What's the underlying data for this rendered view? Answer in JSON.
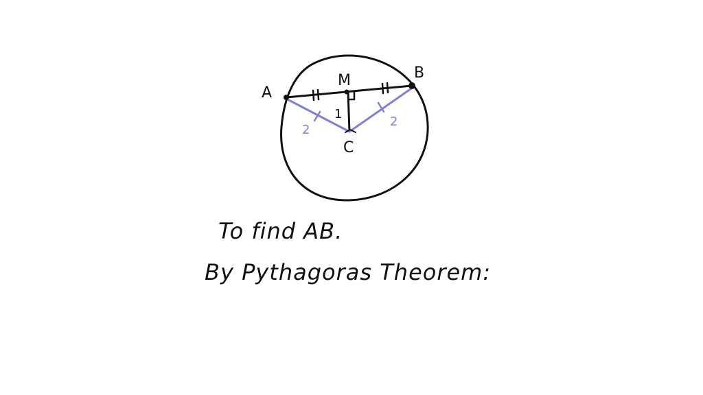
{
  "diagram": {
    "points": {
      "A": "A",
      "B": "B",
      "M": "M",
      "C": "C"
    },
    "lengths": {
      "MC": "1",
      "AC": "2",
      "BC": "2"
    },
    "colors": {
      "ink": "#111111",
      "radius": "#8080d8"
    }
  },
  "notes": {
    "line1": "To find AB.",
    "line2": "By Pythagoras Theorem:"
  }
}
